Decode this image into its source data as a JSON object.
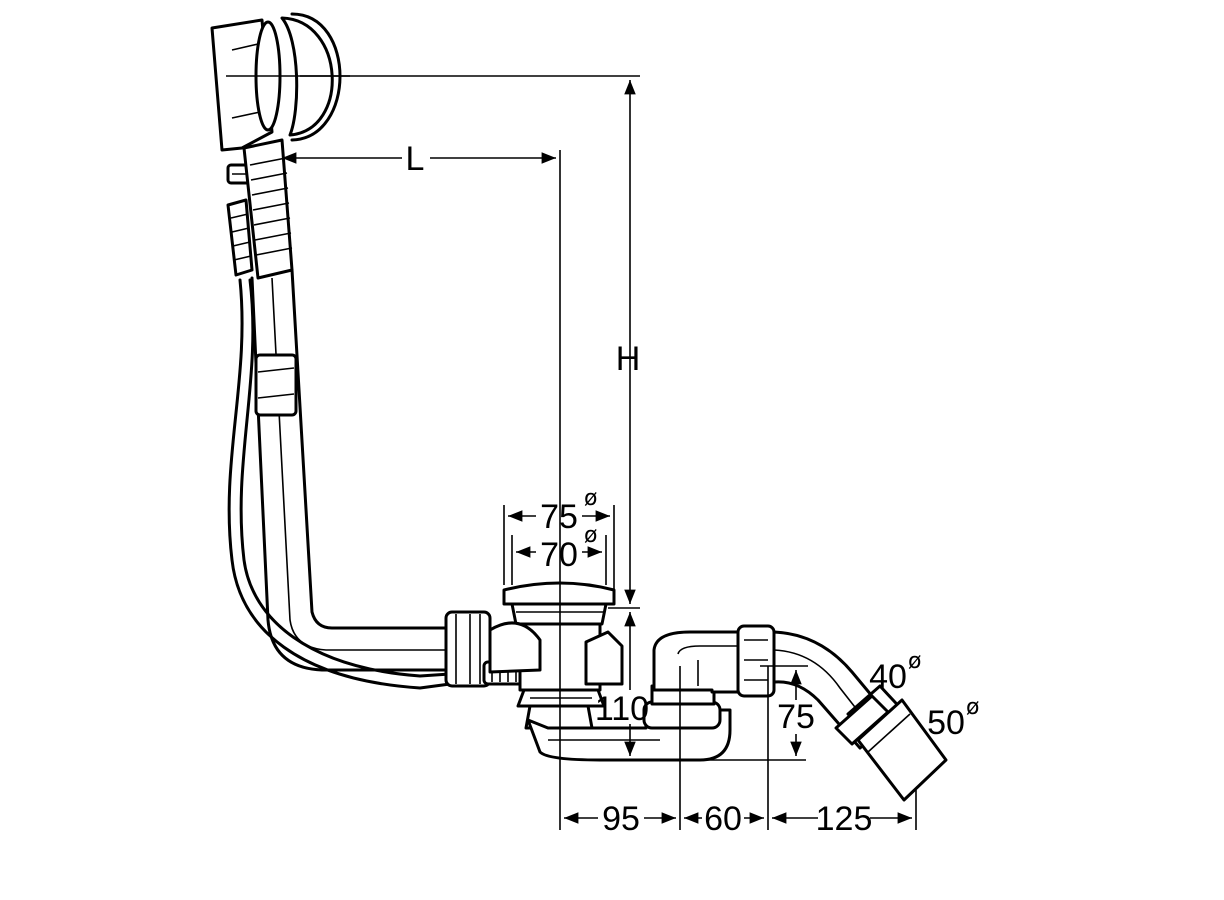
{
  "dimensions": {
    "L": "L",
    "H": "H",
    "d75": "75",
    "d70": "70",
    "h110": "110",
    "h75": "75",
    "d40": "40",
    "d50": "50",
    "w95": "95",
    "w60": "60",
    "w125": "125",
    "diameter_symbol": "ø"
  }
}
